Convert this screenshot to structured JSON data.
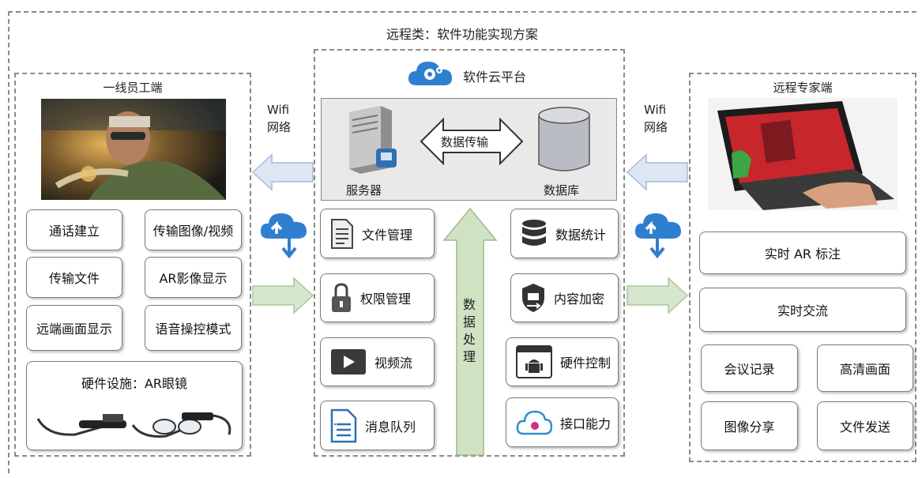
{
  "title": "远程类：软件功能实现方案",
  "left": {
    "title": "一线员工端",
    "buttons": [
      "通话建立",
      "传输图像/视频",
      "传输文件",
      "AR影像显示",
      "远端画面显示",
      "语音操控模式"
    ],
    "hardware_label": "硬件设施：AR眼镜"
  },
  "center": {
    "title": "软件云平台",
    "server_label": "服务器",
    "db_label": "数据库",
    "transfer_label": "数据传输",
    "process_label": "数据处理",
    "left_modules": [
      "文件管理",
      "权限管理",
      "视频流",
      "消息队列"
    ],
    "right_modules": [
      "数据统计",
      "内容加密",
      "硬件控制",
      "接口能力"
    ]
  },
  "right": {
    "title": "远程专家端",
    "wide_buttons": [
      "实时 AR 标注",
      "实时交流"
    ],
    "grid_buttons": [
      "会议记录",
      "高清画面",
      "图像分享",
      "文件发送"
    ]
  },
  "wifi_left": {
    "line1": "Wifi",
    "line2": "网络"
  },
  "wifi_right": {
    "line1": "Wifi",
    "line2": "网络"
  },
  "colors": {
    "arrow_blue": "#dce6f4",
    "arrow_green": "#d6e7cf",
    "cloud_blue": "#2f7fd0",
    "green_up": "#cfe3c3"
  }
}
